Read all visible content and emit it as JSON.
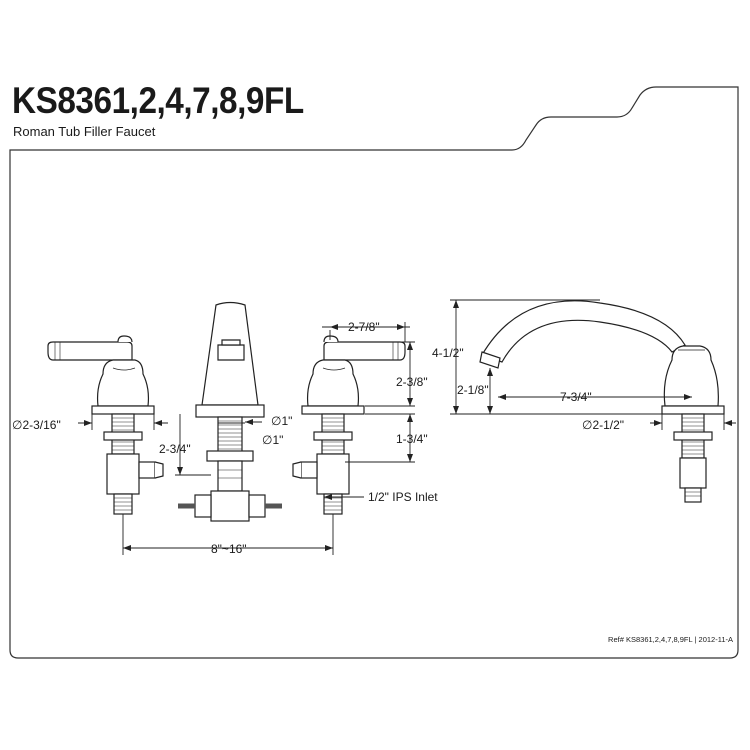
{
  "header": {
    "title": "KS8361,2,4,7,8,9FL",
    "subtitle": "Roman Tub Filler Faucet"
  },
  "dimensions": {
    "handle_flange_dia": "∅2-3/16\"",
    "handle_spacing_center": "2-7/8\"",
    "handle_height": "2-3/8\"",
    "shank_length": "1-3/4\"",
    "spout_tube_dia": "∅1\"",
    "spout_stem_dia": "∅1\"",
    "center_offset": "2-3/4\"",
    "inlet_label": "1/2\" IPS Inlet",
    "spread": "8\"~16\"",
    "spout_overall_height": "4-1/2\"",
    "spout_outlet_height": "2-1/8\"",
    "spout_reach": "7-3/4\"",
    "spout_base_dia": "∅2-1/2\""
  },
  "footer": {
    "reference": "Ref# KS8361,2,4,7,8,9FL | 2012-11-A"
  }
}
